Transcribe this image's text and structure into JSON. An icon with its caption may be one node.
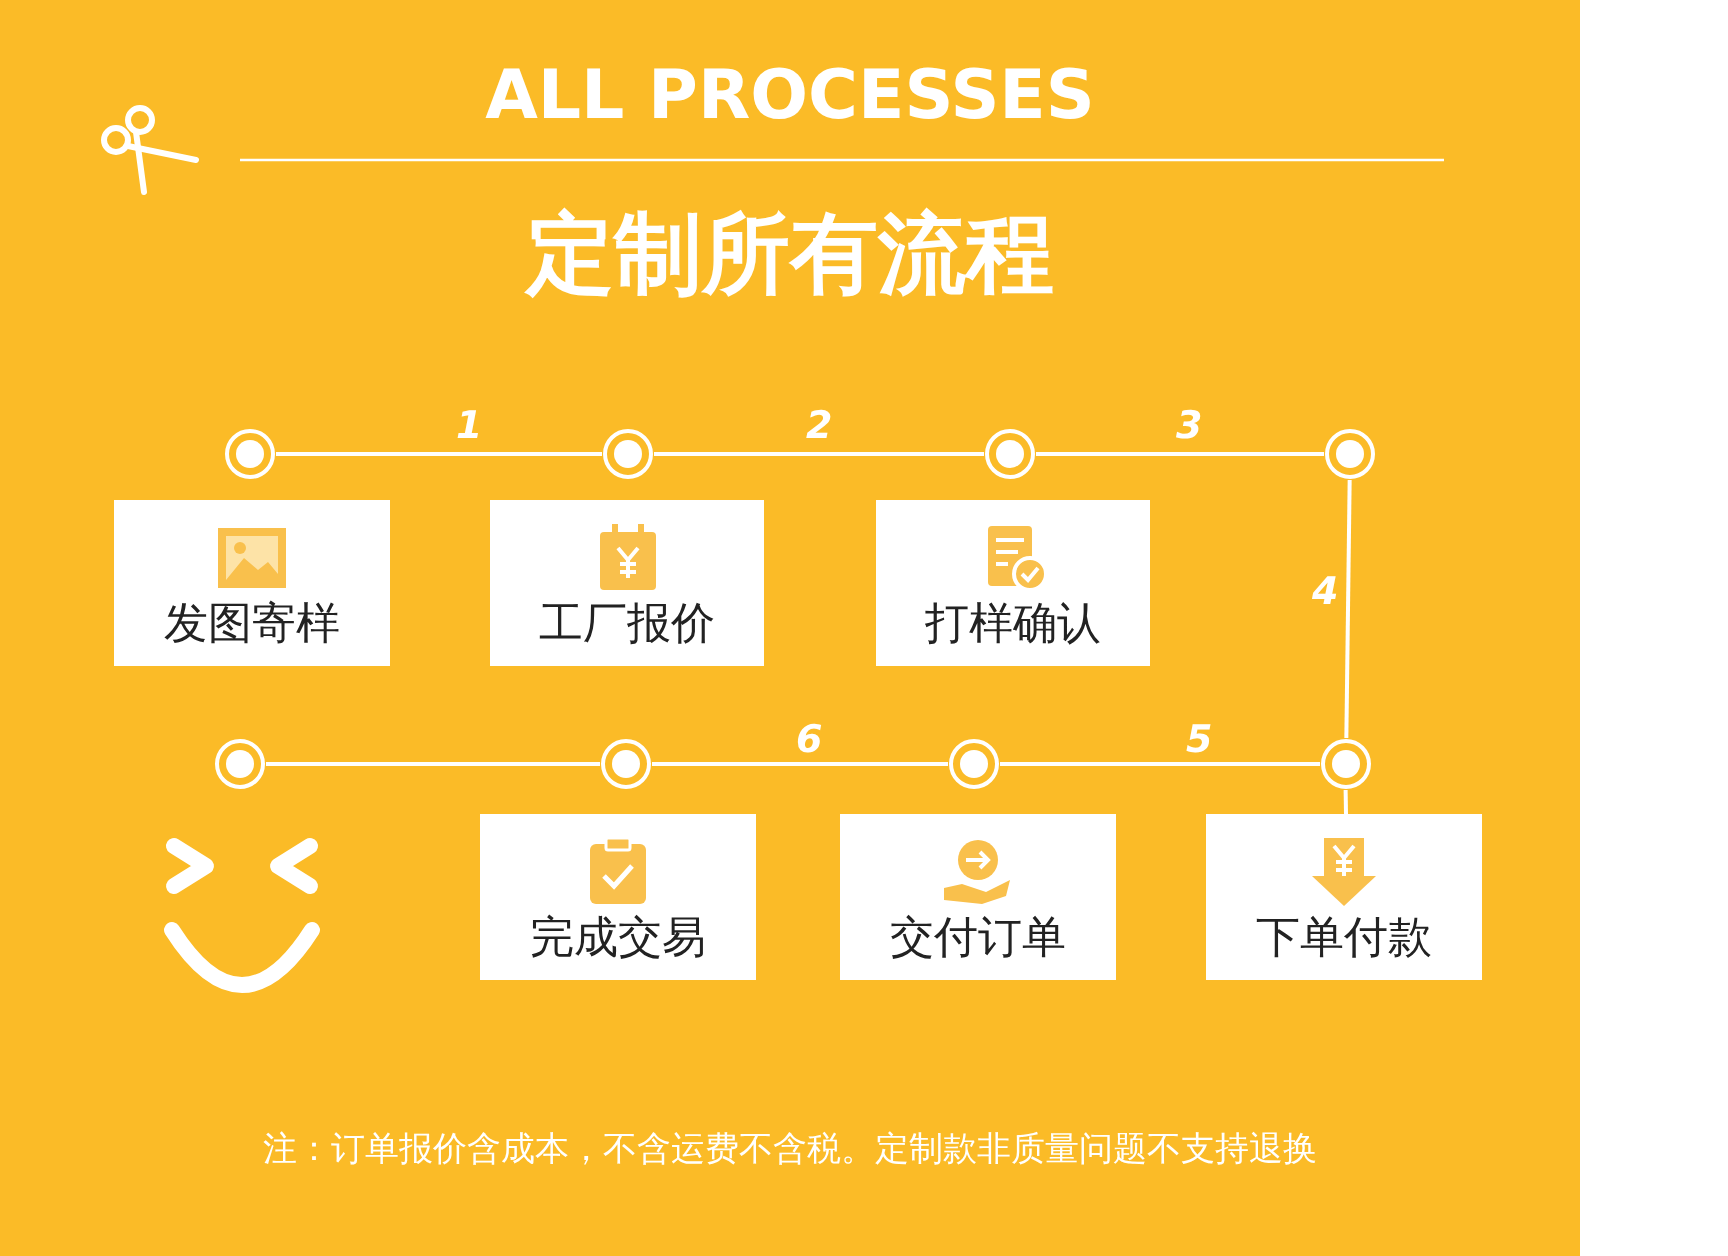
{
  "diagram": {
    "title": "定制所有流程",
    "nodes": [
      {
        "text": [],
        "shape": "circle"
      },
      {
        "text": [],
        "shape": "circle"
      },
      {
        "text": [],
        "shape": "circle"
      },
      {
        "text": [],
        "shape": "circle"
      },
      {
        "text": [
          "发图寄样"
        ]
      },
      {
        "text": [
          "工厂报价"
        ]
      },
      {
        "text": [
          "打样确认"
        ]
      },
      {
        "text": [],
        "shape": "circle"
      },
      {
        "text": [],
        "shape": "circle"
      },
      {
        "text": [],
        "shape": "circle"
      },
      {
        "text": [],
        "shape": "circle"
      },
      {
        "text": [
          "完成交易"
        ]
      },
      {
        "text": [
          "交付订单"
        ]
      },
      {
        "text": [
          "下单付款"
        ]
      }
    ],
    "edges": [
      {
        "from": 0,
        "to": 1,
        "arrow": "none",
        "label": "1"
      },
      {
        "from": 1,
        "to": 2,
        "arrow": "none",
        "label": "2"
      },
      {
        "from": 2,
        "to": 3,
        "arrow": "none",
        "label": "3"
      },
      {
        "from": 3,
        "to": 10,
        "arrow": "none",
        "label": "4"
      },
      {
        "from": 10,
        "to": 9,
        "arrow": "none",
        "label": "5"
      },
      {
        "from": 9,
        "to": 8,
        "arrow": "none",
        "label": "6"
      },
      {
        "from": 8,
        "to": 7,
        "arrow": "none"
      },
      {
        "from": 10,
        "to": 13,
        "arrow": "none"
      }
    ],
    "labels": [
      "ALL PROCESSES",
      "注：订单报价含成本，不含运费不含税。定制款非质量问题不支持退换"
    ]
  }
}
